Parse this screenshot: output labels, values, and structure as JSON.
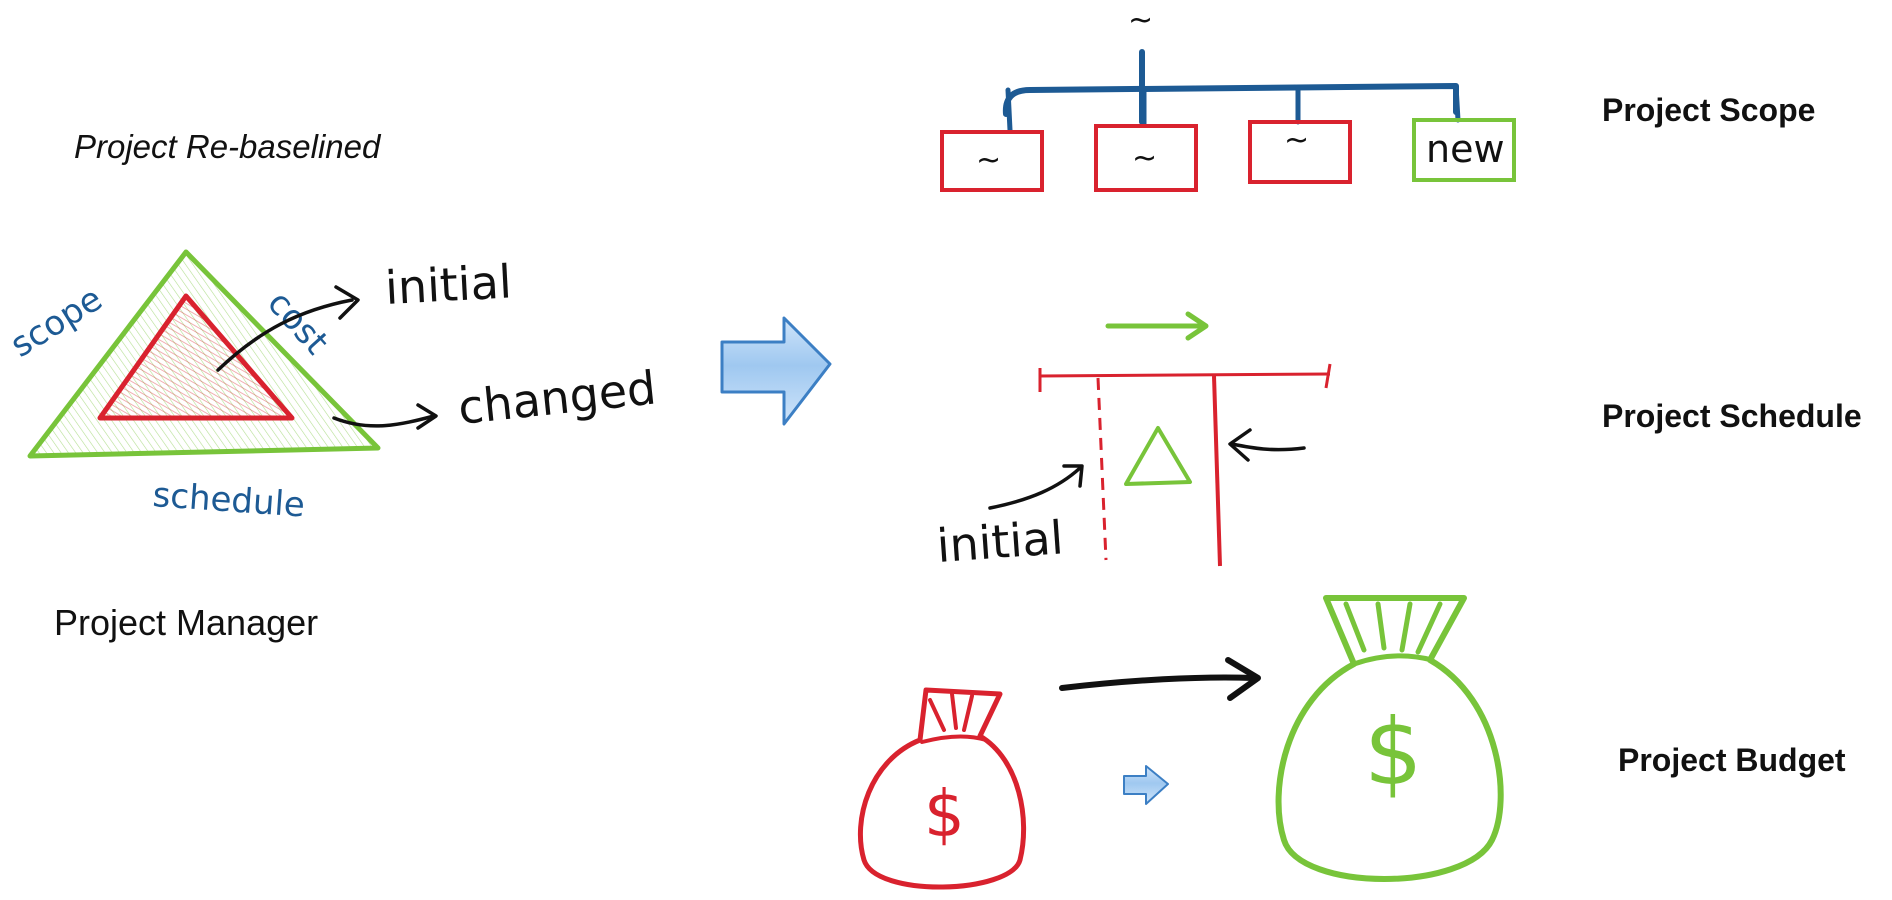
{
  "diagram": {
    "subtitle": "Project Re-baselined",
    "role": "Project Manager",
    "triangle": {
      "side_scope": "scope",
      "side_cost": "cost",
      "side_schedule": "schedule",
      "arrow_initial": "initial",
      "arrow_changed": "changed"
    },
    "scope": {
      "heading": "Project Scope",
      "root_mark": "~",
      "boxes": [
        "~",
        "~",
        "~",
        "new"
      ]
    },
    "schedule": {
      "heading": "Project Schedule",
      "baseline_label": "initial"
    },
    "budget": {
      "heading": "Project Budget",
      "currency_symbol": "$"
    }
  },
  "colors": {
    "green": "#78c43a",
    "red": "#d9222e",
    "blue": "#1d5a94",
    "arrow_fill": "#a9cdf2",
    "ink": "#111111"
  }
}
